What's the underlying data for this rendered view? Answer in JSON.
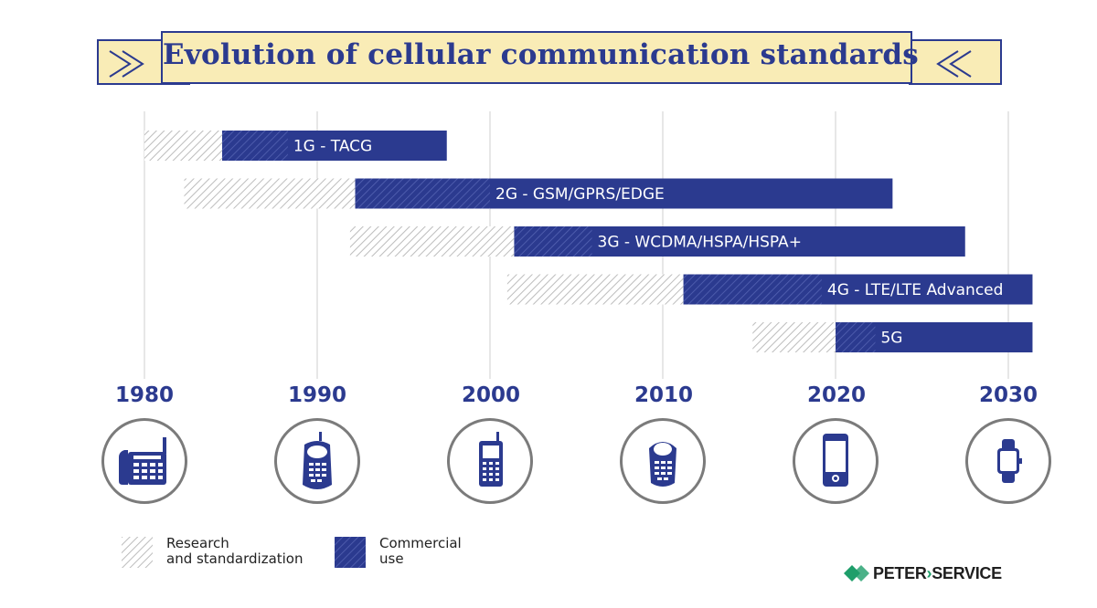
{
  "title": "Evolution of cellular communication standards",
  "colors": {
    "banner_fill": "#f9ecb6",
    "navy": "#2b3a8f",
    "hatch_gray": "#bdbdbd",
    "logo_green": "#1e9e6a"
  },
  "chart_data": {
    "type": "gantt-timeline",
    "title": "Evolution of cellular communication standards",
    "x_axis": {
      "range": [
        1980,
        2030
      ],
      "ticks": [
        1980,
        1990,
        2000,
        2010,
        2020,
        2030
      ],
      "gridlines": true
    },
    "series": [
      {
        "name": "1G - TACG",
        "research": [
          1980,
          1984.5
        ],
        "commercial": [
          1984.5,
          1997.5
        ],
        "hatched_commercial_until": 1988.3
      },
      {
        "name": "2G - GSM/GPRS/EDGE",
        "research": [
          1982.3,
          1992.2
        ],
        "commercial": [
          1992.2,
          2023.3
        ],
        "hatched_commercial_until": 2000
      },
      {
        "name": "3G - WCDMA/HSPA/HSPA+",
        "research": [
          1991.9,
          2001.4
        ],
        "commercial": [
          2001.4,
          2027.5
        ],
        "hatched_commercial_until": 2005.9
      },
      {
        "name": "4G - LTE/LTE Advanced",
        "research": [
          2001,
          2011.2
        ],
        "commercial": [
          2011.2,
          2031.4
        ],
        "hatched_commercial_until": 2019.2
      },
      {
        "name": "5G",
        "research": [
          2015.2,
          2020
        ],
        "commercial": [
          2020,
          2031.4
        ],
        "hatched_commercial_until": 2022.3
      }
    ],
    "legend": [
      {
        "key": "research",
        "label": "Research\nand standardization"
      },
      {
        "key": "commercial",
        "label": "Commercial\nuse"
      }
    ]
  },
  "years": [
    "1980",
    "1990",
    "2000",
    "2010",
    "2020",
    "2030"
  ],
  "devices": [
    "desk-phone-icon",
    "early-mobile-phone-icon",
    "candybar-phone-icon",
    "rounded-mobile-phone-icon",
    "smartphone-icon",
    "smartwatch-icon"
  ],
  "logo": {
    "left": "PETER",
    "right": "SERVICE"
  }
}
